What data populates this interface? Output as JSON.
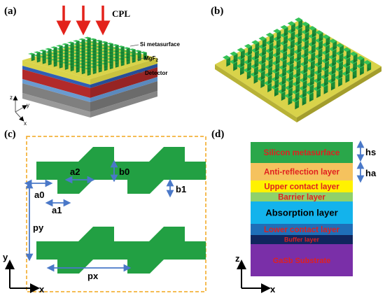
{
  "panels": {
    "a": "(a)",
    "b": "(b)",
    "c": "(c)",
    "d": "(d)"
  },
  "panel_a": {
    "cpl": "CPL",
    "si_label": "Si metasurface",
    "mgf2_label": "MgF",
    "mgf2_sub": "2",
    "detector_label": "Detector",
    "axes": {
      "z": "z",
      "y": "y",
      "x": "x"
    }
  },
  "panel_c": {
    "labels": {
      "a0": "a0",
      "a1": "a1",
      "a2": "a2",
      "b0": "b0",
      "b1": "b1",
      "py": "py",
      "px": "px"
    },
    "axes": {
      "y": "y",
      "x": "x"
    }
  },
  "panel_d": {
    "layers": [
      {
        "text": "Silicon metasurface",
        "fill": "#2aa74a",
        "text_color": "#e0201f"
      },
      {
        "text": "Anti-reflection layer",
        "fill": "#f5c25e",
        "text_color": "#e0201f"
      },
      {
        "text": "Upper contact layer",
        "fill": "#fff200",
        "text_color": "#e0201f"
      },
      {
        "text": "Barrier layer",
        "fill": "#8fd16b",
        "text_color": "#e0201f"
      },
      {
        "text": "Absorption layer",
        "fill": "#13b3ec",
        "text_color": "#000000"
      },
      {
        "text": "Lower contact layer",
        "fill": "#1f6fb8",
        "text_color": "#e0201f"
      },
      {
        "text": "Buffer layer",
        "fill": "#10265e",
        "text_color": "#e0201f"
      },
      {
        "text": "GaSb Substrate",
        "fill": "#7a2fa8",
        "text_color": "#e0201f"
      }
    ],
    "hs": "hs",
    "ha": "ha",
    "axes": {
      "z": "z",
      "x": "x"
    }
  },
  "colors": {
    "green": "#22a043",
    "green_dark": "#157a2e",
    "arrow_red": "#e3221b",
    "arrow_blue": "#4a78c8",
    "dash_orange": "#f2a51c",
    "substrate_yellow": "#d9d34a"
  }
}
